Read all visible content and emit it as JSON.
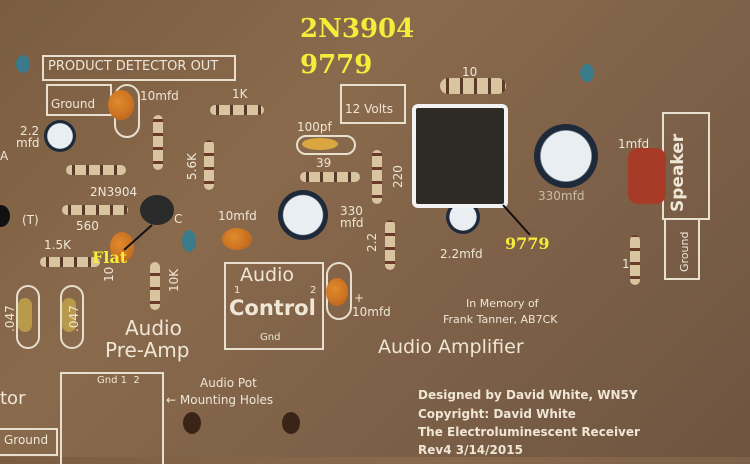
{
  "annotations": {
    "transistor_type": "2N3904",
    "top_marking": "9779",
    "flat_label": "Flat",
    "ic_marking": "9779"
  },
  "labels": {
    "product_detector_out": "PRODUCT DETECTOR OUT",
    "ground_top": "Ground",
    "c_10mfd_1": "10mfd",
    "r_1k": "1K",
    "c_2_2": "2.2",
    "c_2_2_unit": "mfd",
    "edge_a": "A",
    "r_5_6k": "5.6K",
    "q_2n3904": "2N3904",
    "t_mark": "(T)",
    "r_560": "560",
    "r_1_5k": "1.5K",
    "c_10mfd_2": "10mfd",
    "c_100pf": "100pf",
    "r_39": "39",
    "c_330": "330",
    "c_330_unit": "mfd",
    "twelve_volts": "12 Volts",
    "r_10": "10",
    "r_220": "220",
    "r_2_2": "2.2",
    "c_330mfd_2": "330mfd",
    "c_1mfd": "1mfd",
    "speaker": "Speaker",
    "ground_right": "Ground",
    "c_2_2mfd": "2.2mfd",
    "r_1": "1",
    "r_10k": "10K",
    "r_10_left": "10",
    "c_mark": "C",
    "c_047_1": ".047",
    "c_047_2": ".047",
    "audio_control_1": "Audio",
    "audio_control_2": "Control",
    "pin1": "1",
    "pin2": "2",
    "gnd": "Gnd",
    "c_10mfd_3": "10mfd",
    "plus": "+",
    "memory_1": "In Memory of",
    "memory_2": "Frank Tanner, AB7CK",
    "preamp_1": "Audio",
    "preamp_2": "Pre-Amp",
    "amplifier": "Audio Amplifier",
    "pot_pins": "Gnd 1  2",
    "pot_1": "Audio Pot",
    "pot_2": "← Mounting Holes",
    "edge_tor": "tor",
    "ground_bottom": "Ground",
    "credit_1": "Designed by David White, WN5Y",
    "credit_2": "Copyright: David White",
    "credit_3": "The Electroluminescent Receiver",
    "credit_4": "Rev4 3/14/2015"
  }
}
